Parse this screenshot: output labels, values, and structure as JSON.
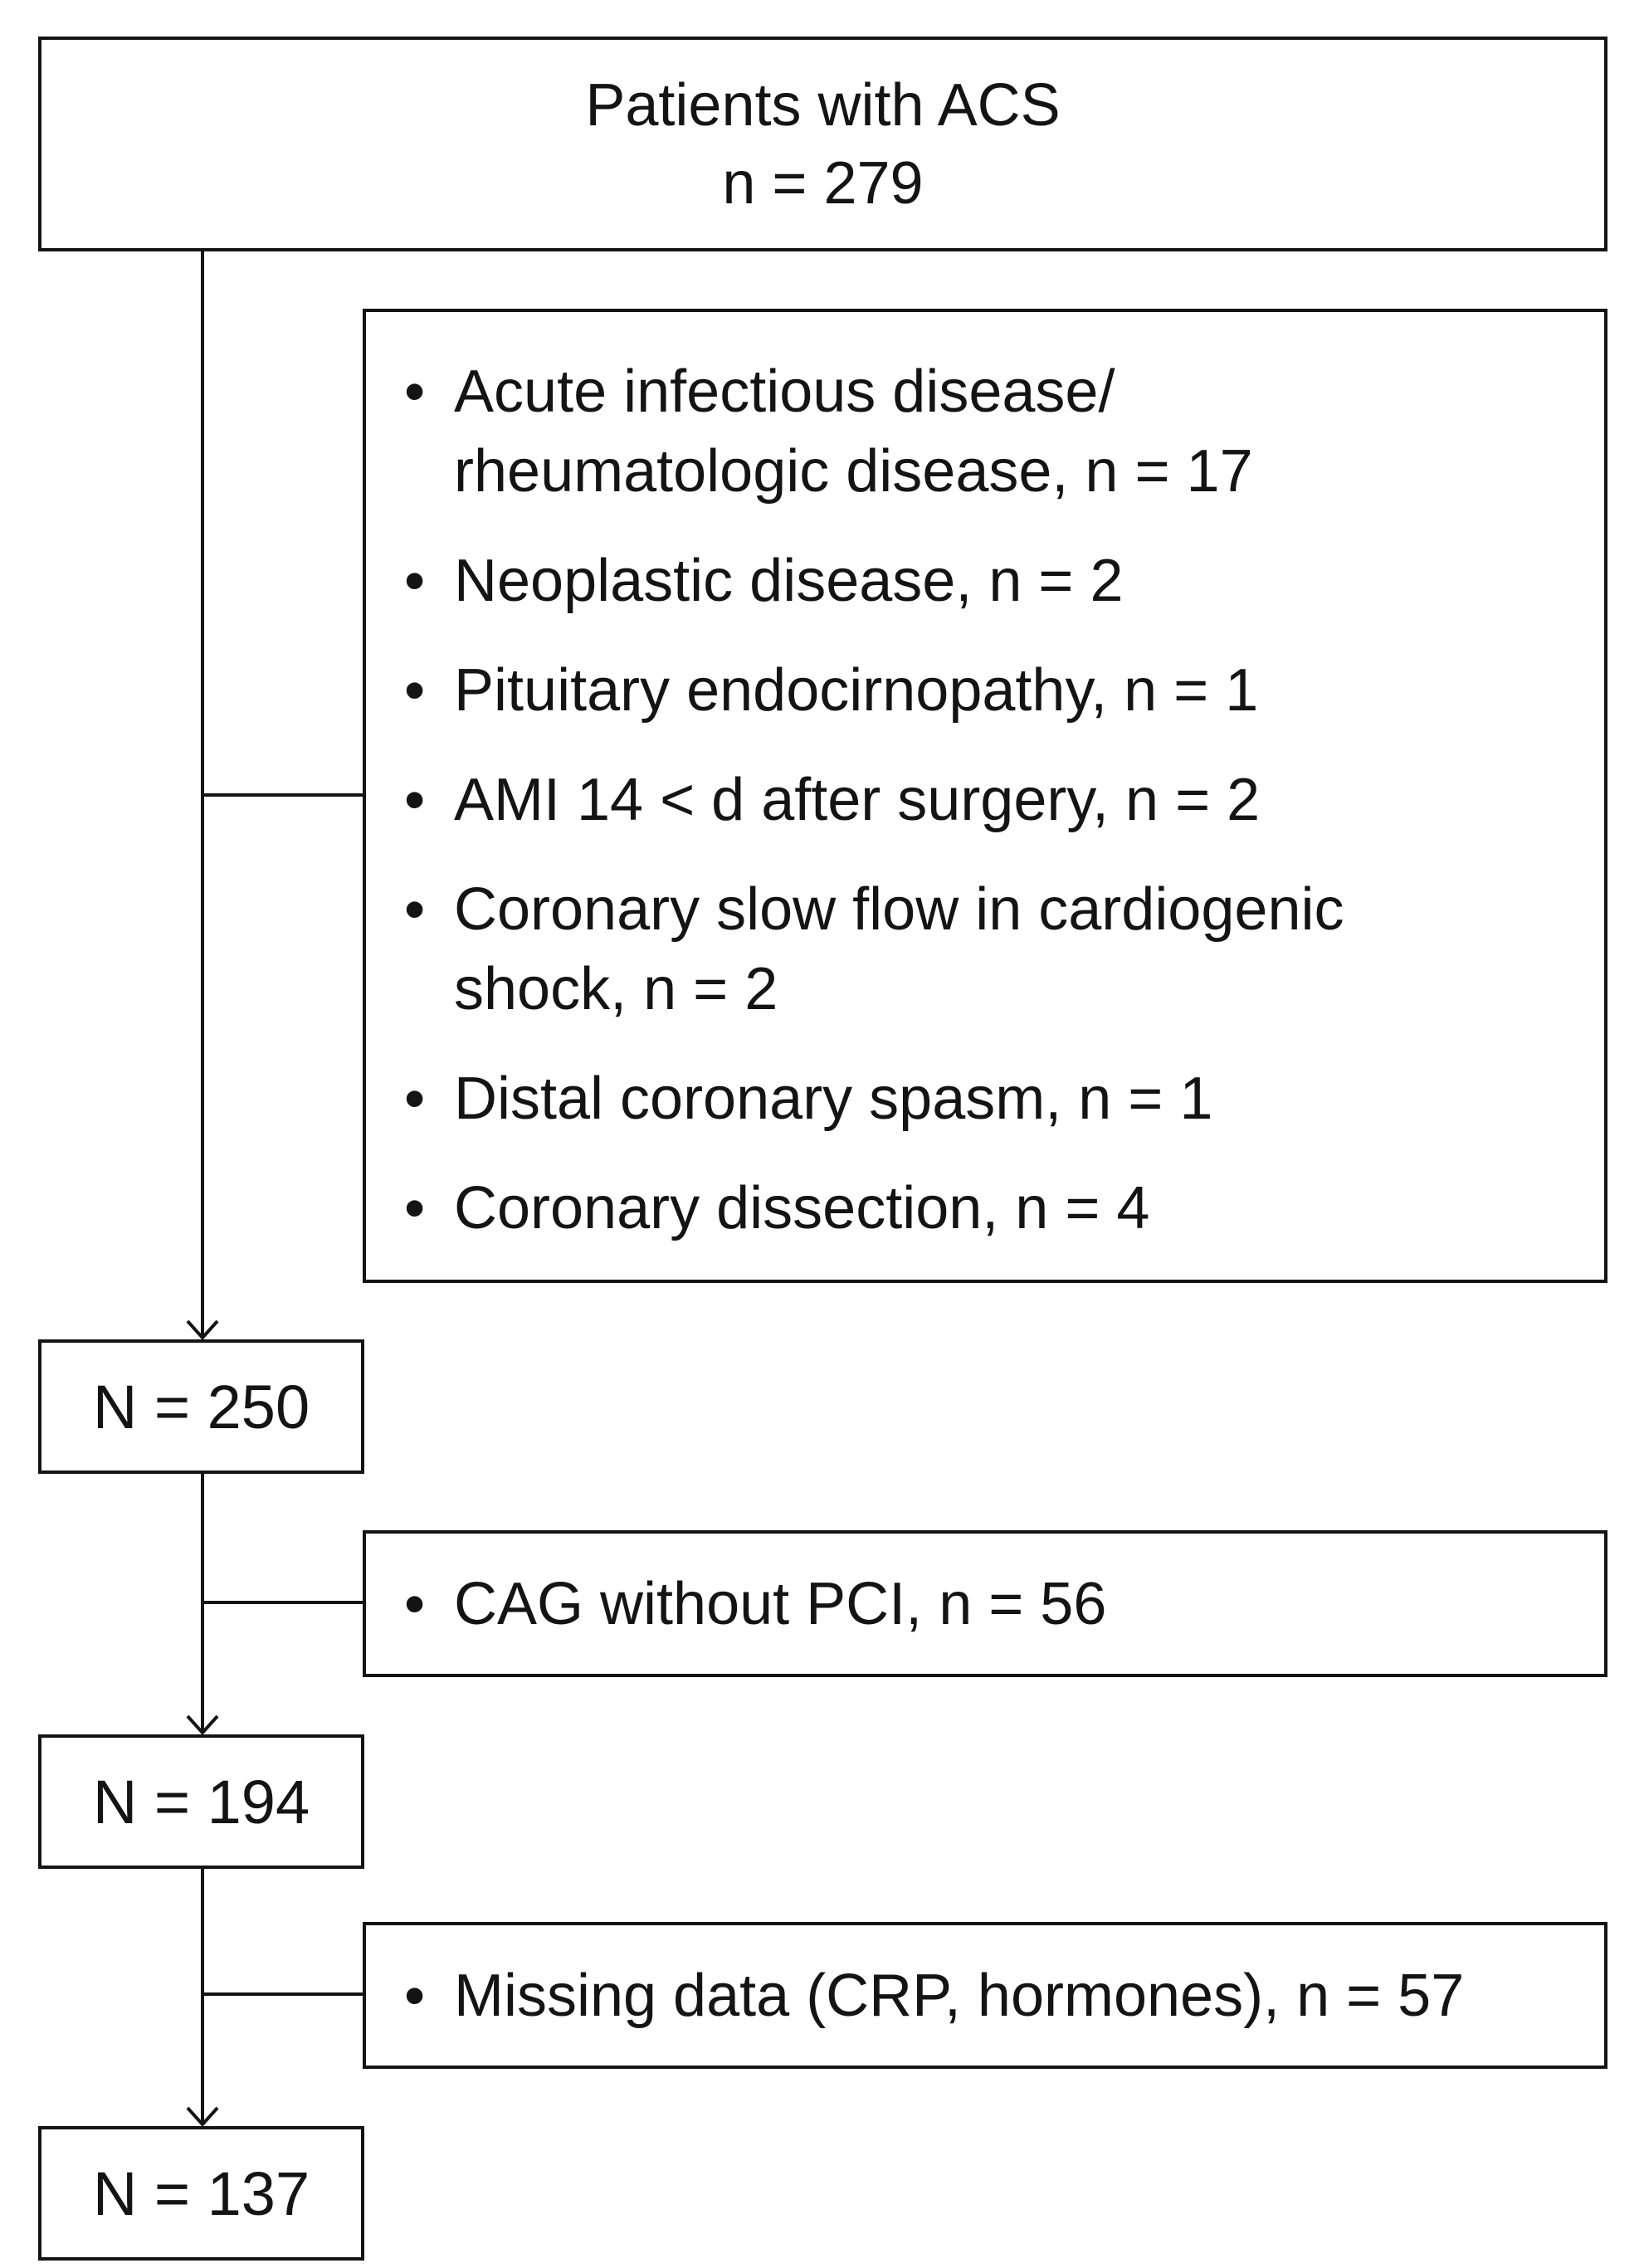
{
  "start": {
    "title": "Patients with ACS",
    "count": "n = 279"
  },
  "exclusions": [
    {
      "items": [
        "Acute infectious disease/\nrheumatologic disease, n = 17",
        "Neoplastic disease, n = 2",
        "Pituitary endocirnopathy, n = 1",
        "AMI 14 < d after surgery, n = 2",
        "Coronary slow flow in cardiogenic\nshock, n = 2",
        "Distal coronary spasm, n = 1",
        "Coronary dissection, n = 4"
      ]
    },
    {
      "items": [
        "CAG without PCI, n = 56"
      ]
    },
    {
      "items": [
        "Missing data (CRP, hormones), n = 57"
      ]
    }
  ],
  "counts": [
    "N = 250",
    "N = 194",
    "N = 137"
  ],
  "bullet": "•"
}
